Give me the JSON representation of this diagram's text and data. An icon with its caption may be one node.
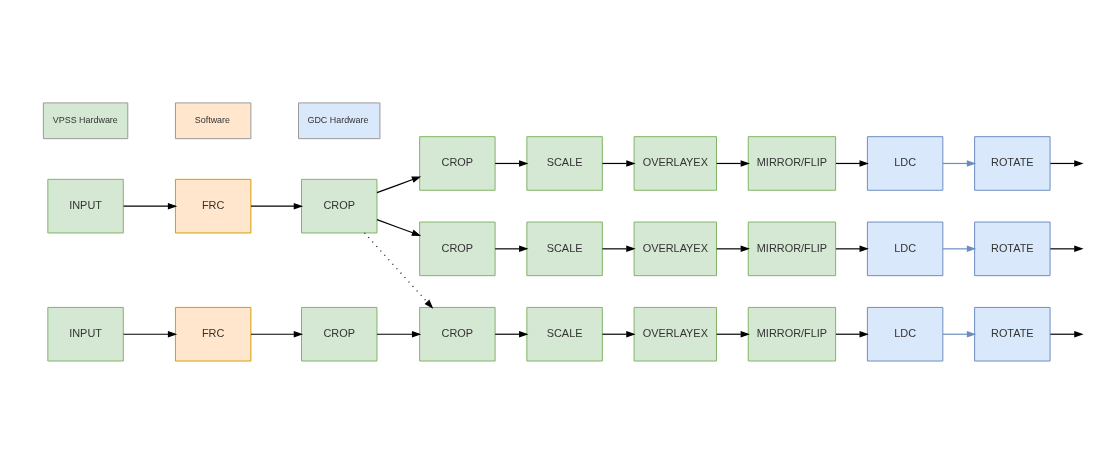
{
  "diagram": {
    "nodes": [
      {
        "text": [
          "INPUT"
        ]
      },
      {
        "text": [
          "FRC"
        ]
      },
      {
        "text": [
          "CROP"
        ]
      },
      {
        "text": [
          "CROP"
        ]
      },
      {
        "text": [
          "SCALE"
        ]
      },
      {
        "text": [
          "OVERLAYEX"
        ]
      },
      {
        "text": [
          "MIRROR/FLIP"
        ]
      },
      {
        "text": [
          "LDC"
        ]
      },
      {
        "text": [
          "ROTATE"
        ]
      },
      {
        "text": [
          "CROP"
        ]
      },
      {
        "text": [
          "SCALE"
        ]
      },
      {
        "text": [
          "OVERLAYEX"
        ]
      },
      {
        "text": [
          "MIRROR/FLIP"
        ]
      },
      {
        "text": [
          "LDC"
        ]
      },
      {
        "text": [
          "ROTATE"
        ]
      },
      {
        "text": [
          "INPUT"
        ]
      },
      {
        "text": [
          "FRC"
        ]
      },
      {
        "text": [
          "CROP"
        ]
      },
      {
        "text": [
          "CROP"
        ]
      },
      {
        "text": [
          "SCALE"
        ]
      },
      {
        "text": [
          "OVERLAYEX"
        ]
      },
      {
        "text": [
          "MIRROR/FLIP"
        ]
      },
      {
        "text": [
          "LDC"
        ]
      },
      {
        "text": [
          "ROTATE"
        ]
      }
    ],
    "edges": [
      {
        "from": 0,
        "to": 1,
        "arrow": "to"
      },
      {
        "from": 1,
        "to": 2,
        "arrow": "to"
      },
      {
        "from": 2,
        "to": 3,
        "arrow": "to"
      },
      {
        "from": 3,
        "to": 4,
        "arrow": "to"
      },
      {
        "from": 4,
        "to": 5,
        "arrow": "to"
      },
      {
        "from": 5,
        "to": 6,
        "arrow": "to"
      },
      {
        "from": 6,
        "to": 7,
        "arrow": "to"
      },
      {
        "from": 7,
        "to": 8,
        "arrow": "to",
        "color": "#6c8ebf"
      },
      {
        "from": 8,
        "to": null,
        "arrow": "to"
      },
      {
        "from": 9,
        "to": 10,
        "arrow": "to"
      },
      {
        "from": 10,
        "to": 11,
        "arrow": "to"
      },
      {
        "from": 11,
        "to": 12,
        "arrow": "to"
      },
      {
        "from": 12,
        "to": 13,
        "arrow": "to"
      },
      {
        "from": 13,
        "to": 14,
        "arrow": "to",
        "color": "#6c8ebf"
      },
      {
        "from": 14,
        "to": null,
        "arrow": "to"
      },
      {
        "from": 15,
        "to": 16,
        "arrow": "to"
      },
      {
        "from": 16,
        "to": 17,
        "arrow": "to"
      },
      {
        "from": 17,
        "to": 3,
        "arrow": "to",
        "style": "dashed"
      },
      {
        "from": 17,
        "to": 9,
        "arrow": "to"
      },
      {
        "from": 17,
        "to": 18,
        "arrow": "to"
      },
      {
        "from": 18,
        "to": 19,
        "arrow": "to"
      },
      {
        "from": 19,
        "to": 20,
        "arrow": "to"
      },
      {
        "from": 20,
        "to": 21,
        "arrow": "to"
      },
      {
        "from": 21,
        "to": 22,
        "arrow": "to"
      },
      {
        "from": 22,
        "to": 23,
        "arrow": "to",
        "color": "#6c8ebf"
      },
      {
        "from": 23,
        "to": null,
        "arrow": "to"
      }
    ],
    "legend": [
      {
        "text": "VPSS Hardware",
        "color": "#d5e8d4"
      },
      {
        "text": "Software",
        "color": "#ffe6cc"
      },
      {
        "text": "GDC Hardware",
        "color": "#dae8fc"
      }
    ]
  }
}
